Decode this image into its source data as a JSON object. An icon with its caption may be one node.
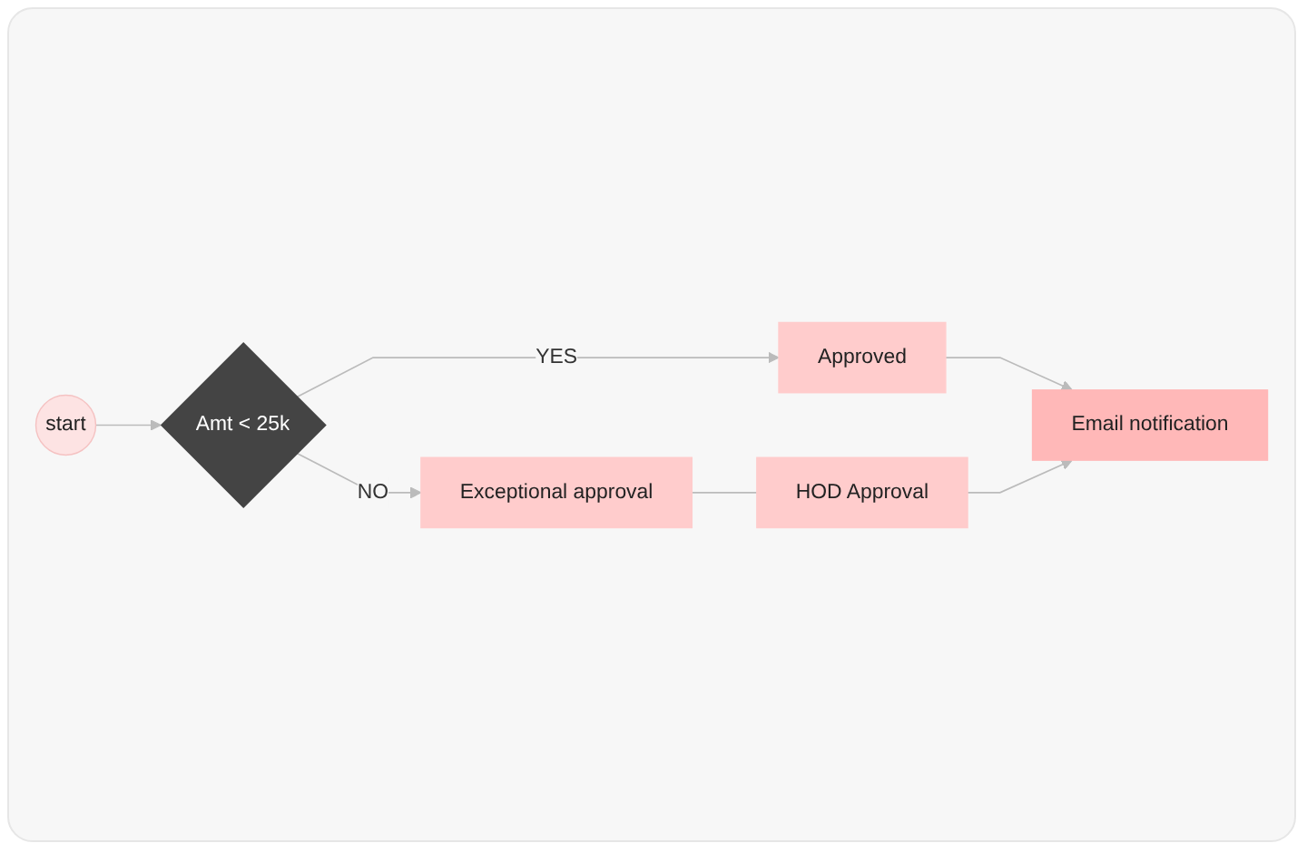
{
  "diagram": {
    "nodes": [
      {
        "text": [
          "start"
        ]
      },
      {
        "text": [
          "Amt < 25k"
        ]
      },
      {
        "text": [
          "Approved"
        ]
      },
      {
        "text": [
          "Exceptional approval"
        ]
      },
      {
        "text": [
          "HOD Approval"
        ]
      },
      {
        "text": [
          "Email notification"
        ]
      }
    ],
    "edges": [
      {
        "from": 0,
        "to": 1,
        "arrow": "to"
      },
      {
        "from": 1,
        "to": 2,
        "arrow": "to",
        "label": "YES"
      },
      {
        "from": 1,
        "to": 3,
        "arrow": "to",
        "label": "NO"
      },
      {
        "from": 2,
        "to": 5,
        "arrow": "to"
      },
      {
        "from": 3,
        "to": 4,
        "arrow": "none"
      },
      {
        "from": 4,
        "to": 5,
        "arrow": "to"
      }
    ]
  }
}
